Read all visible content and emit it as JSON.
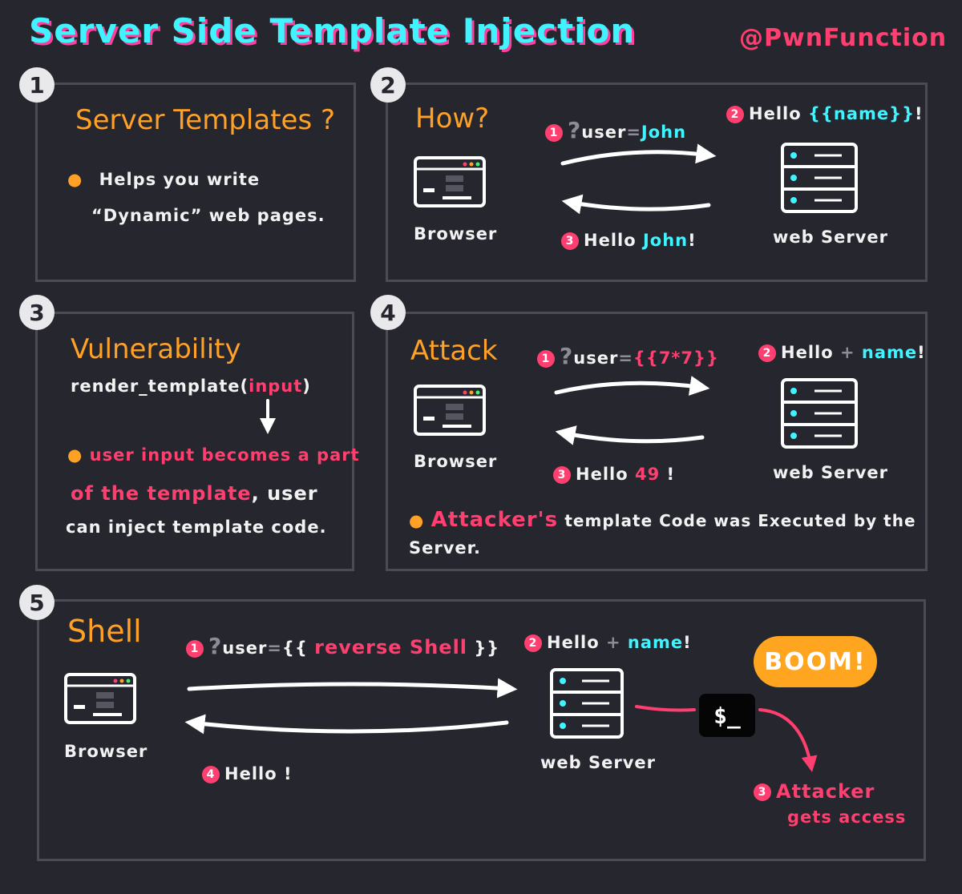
{
  "title": "Server Side Template Injection",
  "handle": "@PwnFunction",
  "panel1": {
    "num": "1",
    "heading": "Server Templates ?",
    "line1": "Helps you write",
    "line2": "“Dynamic” web pages."
  },
  "panel2": {
    "num": "2",
    "heading": "How?",
    "step1_num": "1",
    "step1_q": "?",
    "step1_user": "user",
    "step1_eq": "=",
    "step1_val": "John",
    "step2_num": "2",
    "step2_text": "Hello",
    "step2_var": "{{name}}",
    "step2_end": "!",
    "step3_num": "3",
    "step3_text": "Hello",
    "step3_val": "John",
    "step3_end": "!",
    "browser_label": "Browser",
    "server_label": "web Server"
  },
  "panel3": {
    "num": "3",
    "heading": "Vulnerability",
    "code_fn": "render_template(",
    "code_arg": "input",
    "code_close": ")",
    "line1": "user input becomes a part",
    "line2a": "of the template",
    "line2b": ", user",
    "line3": "can inject template code."
  },
  "panel4": {
    "num": "4",
    "heading": "Attack",
    "step1_num": "1",
    "step1_q": "?",
    "step1_user": "user",
    "step1_eq": "=",
    "step1_val": "{{7*7}}",
    "step2_num": "2",
    "step2_text": "Hello",
    "step2_plus": "+",
    "step2_var": "name",
    "step2_end": "!",
    "step3_num": "3",
    "step3_text": "Hello",
    "step3_val": "49",
    "step3_end": "!",
    "browser_label": "Browser",
    "server_label": "web Server",
    "note_a": "Attacker's",
    "note_b": "template Code was Executed by the",
    "note_c": "Server."
  },
  "panel5": {
    "num": "5",
    "heading": "Shell",
    "step1_num": "1",
    "step1_q": "?",
    "step1_user": "user",
    "step1_eq": "=",
    "step1_open": "{{",
    "step1_val": "reverse Shell",
    "step1_close": "}}",
    "step2_num": "2",
    "step2_text": "Hello",
    "step2_plus": "+",
    "step2_var": "name",
    "step2_end": "!",
    "step3_num": "3",
    "step3_line1": "Attacker",
    "step3_line2": "gets access",
    "step4_num": "4",
    "step4_text": "Hello !",
    "browser_label": "Browser",
    "server_label": "web Server",
    "boom": "BOOM!",
    "terminal": "$_"
  },
  "colors": {
    "background": "#26262f",
    "panel_border": "#4a4b55",
    "title": "#3ff3ff",
    "accent_pink": "#ff3f6f",
    "accent_orange": "#ffa126",
    "accent_cyan": "#3ff3ff"
  },
  "icons": [
    "browser-window-icon",
    "server-rack-icon",
    "terminal-icon",
    "arrow-icon"
  ]
}
